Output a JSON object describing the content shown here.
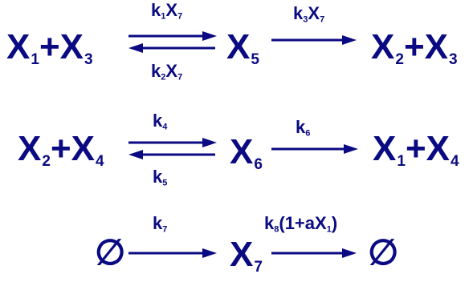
{
  "scheme": {
    "colors": {
      "ink": "#0a0a82"
    },
    "reactions": [
      {
        "lhs": [
          {
            "s": "X",
            "n": "1"
          },
          {
            "s": "+X",
            "n": "3"
          }
        ],
        "mid": {
          "s": "X",
          "n": "5"
        },
        "rhs": [
          {
            "s": "X",
            "n": "2"
          },
          {
            "s": "+X",
            "n": "3"
          }
        ],
        "k_fwd": [
          {
            "s": "k",
            "n": "1"
          },
          {
            "s": "X",
            "n": "7"
          }
        ],
        "k_rev": [
          {
            "s": "k",
            "n": "2"
          },
          {
            "s": "X",
            "n": "7"
          }
        ],
        "k_out": [
          {
            "s": "k",
            "n": "3"
          },
          {
            "s": "X",
            "n": "7"
          }
        ]
      },
      {
        "lhs": [
          {
            "s": "X",
            "n": "2"
          },
          {
            "s": "+X",
            "n": "4"
          }
        ],
        "mid": {
          "s": "X",
          "n": "6"
        },
        "rhs": [
          {
            "s": "X",
            "n": "1"
          },
          {
            "s": "+X",
            "n": "4"
          }
        ],
        "k_fwd": [
          {
            "s": "k",
            "n": "4"
          }
        ],
        "k_rev": [
          {
            "s": "k",
            "n": "5"
          }
        ],
        "k_out": [
          {
            "s": "k",
            "n": "6"
          }
        ]
      }
    ],
    "source_sink": {
      "source": "∅",
      "mid": {
        "s": "X",
        "n": "7"
      },
      "sink": "∅",
      "k_in": [
        {
          "s": "k",
          "n": "7"
        }
      ],
      "k_out_parts": [
        {
          "s": "k",
          "n": "8"
        },
        {
          "s": "(1+aX",
          "n": "1"
        },
        {
          "s": ")",
          "n": ""
        }
      ]
    }
  }
}
